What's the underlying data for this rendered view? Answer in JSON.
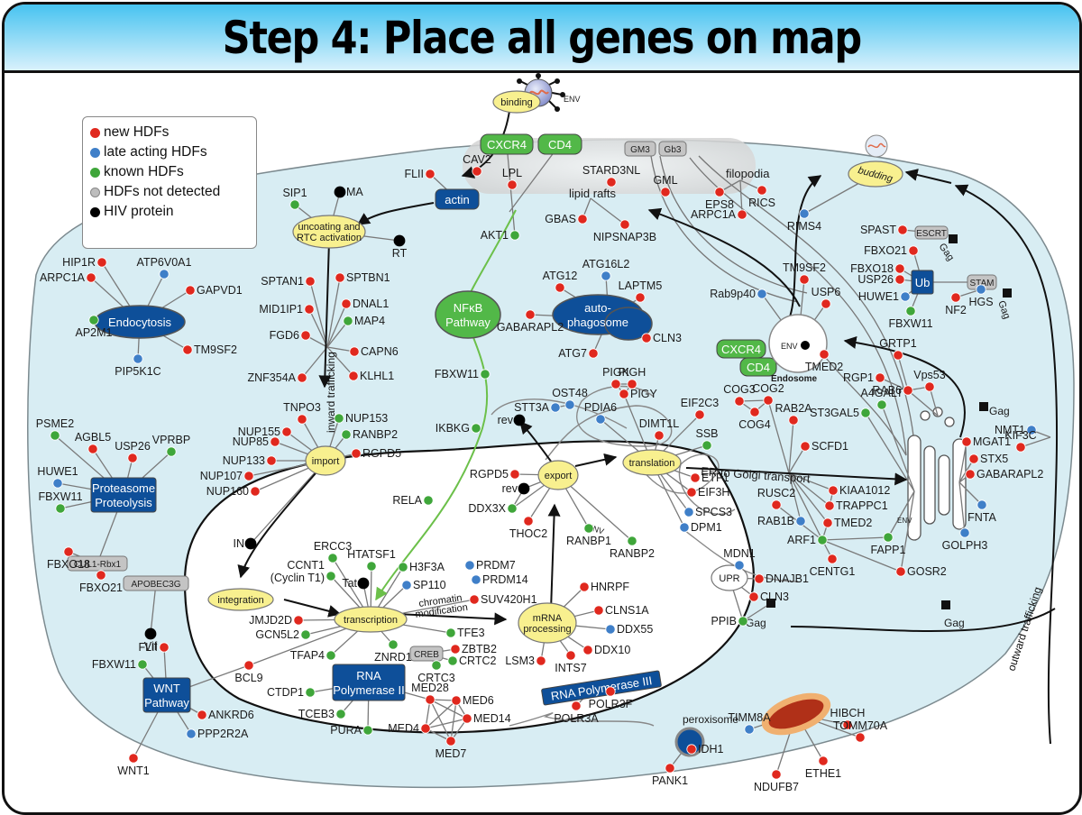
{
  "title": "Step 4: Place all genes on map",
  "colors": {
    "new": "#e0281e",
    "late": "#3f7fc8",
    "known": "#3fa63a",
    "not_detected": "#bdbdbd",
    "hiv": "#000000",
    "hub_fill": "#f8f08f",
    "blue_box": "#0e4f99",
    "green_box": "#52b848",
    "cytoplasm": "#d9eef4"
  },
  "legend": [
    {
      "label": "new HDFs",
      "type": "new"
    },
    {
      "label": "late acting HDFs",
      "type": "late"
    },
    {
      "label": "known HDFs",
      "type": "known"
    },
    {
      "label": "HDFs not detected",
      "type": "not_detected"
    },
    {
      "label": "HIV protein",
      "type": "hiv"
    }
  ],
  "hubs": {
    "binding": "binding",
    "uncoating": [
      "uncoating and",
      "RTC activation"
    ],
    "import": "import",
    "export": "export",
    "translation": "translation",
    "integration": "integration",
    "transcription": "transcription",
    "mrna": [
      "mRNA",
      "processing"
    ],
    "budding": "budding",
    "upr": "UPR"
  },
  "boxes": {
    "actin": "actin",
    "endocytosis": "Endocytosis",
    "nfkb": [
      "NFκB",
      "Pathway"
    ],
    "autophagosome": [
      "auto-",
      "phagosome"
    ],
    "ub": "Ub",
    "proteasome": [
      "Proteasome",
      "Proteolysis"
    ],
    "wnt": [
      "WNT",
      "Pathway"
    ],
    "rnapol2": [
      "RNA",
      "Polymerase II"
    ],
    "rnapol3": "RNA Polymerase III",
    "cxcr4": "CXCR4",
    "cd4": "CD4",
    "cxcr4_endo": "CXCR4",
    "cd4_endo": "CD4"
  },
  "grey_boxes": {
    "gm3": "GM3",
    "gb3": "Gb3",
    "escrt": "ESCRT",
    "stam": "STAM",
    "cul1": "CUL1-Rbx1",
    "apobec3g": "APOBEC3G",
    "creb": "CREB"
  },
  "region_labels": {
    "lipid_rafts": "lipid rafts",
    "filopodia": "filopodia",
    "endosome": "Endosome",
    "env_endo": "ENV",
    "env_virus": "ENV",
    "env_er": "ENV",
    "env_golgi": "ENV",
    "inward": "inward trafficking",
    "outward": "outward trafficking",
    "er_golgi": "ER to Golgi transport",
    "chromatin": [
      "chromatin",
      "modification"
    ],
    "peroxisome": "peroxisome",
    "gag1": "Gag",
    "gag2": "Gag",
    "gag3": "Gag",
    "gag4": "Gag",
    "gag5": "Gag"
  },
  "genes": [
    {
      "id": "MA",
      "label": "MA",
      "type": "hiv"
    },
    {
      "id": "RT",
      "label": "RT",
      "type": "hiv"
    },
    {
      "id": "SIP1",
      "label": "SIP1",
      "type": "known"
    },
    {
      "id": "FLII_a",
      "label": "FLII",
      "type": "new"
    },
    {
      "id": "CAV2",
      "label": "CAV2",
      "type": "new"
    },
    {
      "id": "LPL",
      "label": "LPL",
      "type": "new"
    },
    {
      "id": "STARD3NL",
      "label": "STARD3NL",
      "type": "new"
    },
    {
      "id": "GML",
      "label": "GML",
      "type": "new"
    },
    {
      "id": "GBAS",
      "label": "GBAS",
      "type": "new"
    },
    {
      "id": "NIPSNAP3B",
      "label": "NIPSNAP3B",
      "type": "new"
    },
    {
      "id": "AKT1",
      "label": "AKT1",
      "type": "known"
    },
    {
      "id": "EPS8",
      "label": "EPS8",
      "type": "new"
    },
    {
      "id": "RICS",
      "label": "RICS",
      "type": "new"
    },
    {
      "id": "ARPC1A_a",
      "label": "ARPC1A",
      "type": "new"
    },
    {
      "id": "RIMS4",
      "label": "RIMS4",
      "type": "late"
    },
    {
      "id": "SPAST",
      "label": "SPAST",
      "type": "new"
    },
    {
      "id": "FBXO21_a",
      "label": "FBXO21",
      "type": "new"
    },
    {
      "id": "FBXO18_a",
      "label": "FBXO18",
      "type": "new"
    },
    {
      "id": "USP26_a",
      "label": "USP26",
      "type": "new"
    },
    {
      "id": "HUWE1_a",
      "label": "HUWE1",
      "type": "late"
    },
    {
      "id": "FBXW11_a",
      "label": "FBXW11",
      "type": "known"
    },
    {
      "id": "NF2",
      "label": "NF2",
      "type": "new"
    },
    {
      "id": "HGS",
      "label": "HGS",
      "type": "late"
    },
    {
      "id": "TM9SF2_a",
      "label": "TM9SF2",
      "type": "new"
    },
    {
      "id": "USP6",
      "label": "USP6",
      "type": "new"
    },
    {
      "id": "Rab9p40",
      "label": "Rab9p40",
      "type": "late"
    },
    {
      "id": "TMED2_a",
      "label": "TMED2",
      "type": "new"
    },
    {
      "id": "HIP1R",
      "label": "HIP1R",
      "type": "new"
    },
    {
      "id": "ARPC1A_b",
      "label": "ARPC1A",
      "type": "new"
    },
    {
      "id": "ATP6V0A1",
      "label": "ATP6V0A1",
      "type": "late"
    },
    {
      "id": "GAPVD1",
      "label": "GAPVD1",
      "type": "new"
    },
    {
      "id": "AP2M1",
      "label": "AP2M1",
      "type": "known"
    },
    {
      "id": "TM9SF2_b",
      "label": "TM9SF2",
      "type": "new"
    },
    {
      "id": "PIP5K1C",
      "label": "PIP5K1C",
      "type": "late"
    },
    {
      "id": "SPTAN1",
      "label": "SPTAN1",
      "type": "new"
    },
    {
      "id": "SPTBN1",
      "label": "SPTBN1",
      "type": "new"
    },
    {
      "id": "MID1IP1",
      "label": "MID1IP1",
      "type": "new"
    },
    {
      "id": "DNAL1",
      "label": "DNAL1",
      "type": "new"
    },
    {
      "id": "MAP4",
      "label": "MAP4",
      "type": "known"
    },
    {
      "id": "FGD6",
      "label": "FGD6",
      "type": "new"
    },
    {
      "id": "CAPN6",
      "label": "CAPN6",
      "type": "new"
    },
    {
      "id": "ZNF354A",
      "label": "ZNF354A",
      "type": "new"
    },
    {
      "id": "KLHL1",
      "label": "KLHL1",
      "type": "new"
    },
    {
      "id": "ATG16L2",
      "label": "ATG16L2",
      "type": "late"
    },
    {
      "id": "ATG12",
      "label": "ATG12",
      "type": "new"
    },
    {
      "id": "LAPTM5",
      "label": "LAPTM5",
      "type": "new"
    },
    {
      "id": "GABARAPL2_a",
      "label": "GABARAPL2",
      "type": "new"
    },
    {
      "id": "CLN3_a",
      "label": "CLN3",
      "type": "new"
    },
    {
      "id": "ATG7",
      "label": "ATG7",
      "type": "new"
    },
    {
      "id": "FBXW11_b",
      "label": "FBXW11",
      "type": "known"
    },
    {
      "id": "IKBKG",
      "label": "IKBKG",
      "type": "known"
    },
    {
      "id": "RELA",
      "label": "RELA",
      "type": "known"
    },
    {
      "id": "PSME2",
      "label": "PSME2",
      "type": "known"
    },
    {
      "id": "AGBL5",
      "label": "AGBL5",
      "type": "new"
    },
    {
      "id": "USP26_b",
      "label": "USP26",
      "type": "new"
    },
    {
      "id": "VPRBP",
      "label": "VPRBP",
      "type": "known"
    },
    {
      "id": "HUWE1_b",
      "label": "HUWE1",
      "type": "late"
    },
    {
      "id": "FBXW11_c",
      "label": "FBXW11",
      "type": "known"
    },
    {
      "id": "FBXO18_b",
      "label": "FBXO18",
      "type": "new"
    },
    {
      "id": "FBXO21_b",
      "label": "FBXO21",
      "type": "new"
    },
    {
      "id": "Vif",
      "label": "Vif",
      "type": "hiv"
    },
    {
      "id": "TNPO3",
      "label": "TNPO3",
      "type": "new"
    },
    {
      "id": "NUP155",
      "label": "NUP155",
      "type": "new"
    },
    {
      "id": "NUP85",
      "label": "NUP85",
      "type": "new"
    },
    {
      "id": "NUP133",
      "label": "NUP133",
      "type": "new"
    },
    {
      "id": "NUP107",
      "label": "NUP107",
      "type": "new"
    },
    {
      "id": "NUP160",
      "label": "NUP160",
      "type": "new"
    },
    {
      "id": "NUP153",
      "label": "NUP153",
      "type": "known"
    },
    {
      "id": "RANBP2_a",
      "label": "RANBP2",
      "type": "known"
    },
    {
      "id": "RGPD5_a",
      "label": "RGPD5",
      "type": "new"
    },
    {
      "id": "IN",
      "label": "IN",
      "type": "hiv"
    },
    {
      "id": "ERCC3",
      "label": "ERCC3",
      "type": "known"
    },
    {
      "id": "HTATSF1",
      "label": "HTATSF1",
      "type": "known"
    },
    {
      "id": "CCNT1",
      "label": "CCNT1",
      "label2": "(Cyclin T1)",
      "type": "known"
    },
    {
      "id": "Tat",
      "label": "Tat",
      "type": "hiv"
    },
    {
      "id": "H3F3A",
      "label": "H3F3A",
      "type": "known"
    },
    {
      "id": "SP110",
      "label": "SP110",
      "type": "late"
    },
    {
      "id": "PRDM7",
      "label": "PRDM7",
      "type": "late"
    },
    {
      "id": "PRDM14",
      "label": "PRDM14",
      "type": "late"
    },
    {
      "id": "SUV420H1",
      "label": "SUV420H1",
      "type": "new"
    },
    {
      "id": "JMJD2D",
      "label": "JMJD2D",
      "type": "new"
    },
    {
      "id": "GCN5L2",
      "label": "GCN5L2",
      "type": "known"
    },
    {
      "id": "TFAP4",
      "label": "TFAP4",
      "type": "known"
    },
    {
      "id": "ZNRD1",
      "label": "ZNRD1",
      "type": "known"
    },
    {
      "id": "TFE3",
      "label": "TFE3",
      "type": "known"
    },
    {
      "id": "ZBTB2",
      "label": "ZBTB2",
      "type": "new"
    },
    {
      "id": "CRTC2",
      "label": "CRTC2",
      "type": "known"
    },
    {
      "id": "CRTC3",
      "label": "CRTC3",
      "type": "known"
    },
    {
      "id": "BCL9",
      "label": "BCL9",
      "type": "new"
    },
    {
      "id": "CTDP1",
      "label": "CTDP1",
      "type": "known"
    },
    {
      "id": "TCEB3",
      "label": "TCEB3",
      "type": "known"
    },
    {
      "id": "PURA",
      "label": "PURA",
      "type": "known"
    },
    {
      "id": "MED28",
      "label": "MED28",
      "type": "new"
    },
    {
      "id": "MED6",
      "label": "MED6",
      "type": "new"
    },
    {
      "id": "MED14",
      "label": "MED14",
      "type": "new"
    },
    {
      "id": "MED4",
      "label": "MED4",
      "type": "new"
    },
    {
      "id": "MED7",
      "label": "MED7",
      "type": "new"
    },
    {
      "id": "FLII_b",
      "label": "FLII",
      "type": "new"
    },
    {
      "id": "FBXW11_d",
      "label": "FBXW11",
      "type": "known"
    },
    {
      "id": "ANKRD6",
      "label": "ANKRD6",
      "type": "new"
    },
    {
      "id": "PPP2R2A",
      "label": "PPP2R2A",
      "type": "late"
    },
    {
      "id": "WNT1",
      "label": "WNT1",
      "type": "new"
    },
    {
      "id": "HNRPF",
      "label": "HNRPF",
      "type": "new"
    },
    {
      "id": "CLNS1A",
      "label": "CLNS1A",
      "type": "new"
    },
    {
      "id": "DDX55",
      "label": "DDX55",
      "type": "late"
    },
    {
      "id": "DDX10",
      "label": "DDX10",
      "type": "new"
    },
    {
      "id": "INTS7",
      "label": "INTS7",
      "type": "new"
    },
    {
      "id": "LSM3",
      "label": "LSM3",
      "type": "new"
    },
    {
      "id": "POLR3F",
      "label": "POLR3F",
      "type": "new"
    },
    {
      "id": "POLR3A",
      "label": "POLR3A",
      "type": "new"
    },
    {
      "id": "rev_a",
      "label": "rev",
      "type": "hiv"
    },
    {
      "id": "rev_b",
      "label": "rev",
      "type": "hiv"
    },
    {
      "id": "RGPD5_b",
      "label": "RGPD5",
      "type": "new"
    },
    {
      "id": "DDX3X",
      "label": "DDX3X",
      "type": "known"
    },
    {
      "id": "THOC2",
      "label": "THOC2",
      "type": "new"
    },
    {
      "id": "RANBP1",
      "label": "RANBP1",
      "type": "known"
    },
    {
      "id": "RANBP2_b",
      "label": "RANBP2",
      "type": "known"
    },
    {
      "id": "STT3A",
      "label": "STT3A",
      "type": "late"
    },
    {
      "id": "OST48",
      "label": "OST48",
      "type": "late"
    },
    {
      "id": "PDIA6",
      "label": "PDIA6",
      "type": "late"
    },
    {
      "id": "PIGK",
      "label": "PIGK",
      "type": "new"
    },
    {
      "id": "PIGH",
      "label": "PIGH",
      "type": "new"
    },
    {
      "id": "PIGY",
      "label": "PIGY",
      "type": "new"
    },
    {
      "id": "DIMT1L",
      "label": "DIMT1L",
      "type": "new"
    },
    {
      "id": "EIF2C3",
      "label": "EIF2C3",
      "type": "new"
    },
    {
      "id": "SSB",
      "label": "SSB",
      "type": "known"
    },
    {
      "id": "ETF1",
      "label": "ETF1",
      "type": "new"
    },
    {
      "id": "EIF3H",
      "label": "EIF3H",
      "type": "new"
    },
    {
      "id": "SPCS3",
      "label": "SPCS3",
      "type": "late"
    },
    {
      "id": "DPM1",
      "label": "DPM1",
      "type": "late"
    },
    {
      "id": "COG3",
      "label": "COG3",
      "type": "new"
    },
    {
      "id": "COG2",
      "label": "COG2",
      "type": "new"
    },
    {
      "id": "COG4",
      "label": "COG4",
      "type": "new"
    },
    {
      "id": "RAB2A",
      "label": "RAB2A",
      "type": "new"
    },
    {
      "id": "SCFD1",
      "label": "SCFD1",
      "type": "new"
    },
    {
      "id": "KIAA1012",
      "label": "KIAA1012",
      "type": "new"
    },
    {
      "id": "TRAPPC1",
      "label": "TRAPPC1",
      "type": "new"
    },
    {
      "id": "RUSC2",
      "label": "RUSC2",
      "type": "new"
    },
    {
      "id": "RAB1B",
      "label": "RAB1B",
      "type": "late"
    },
    {
      "id": "TMED2_b",
      "label": "TMED2",
      "type": "new"
    },
    {
      "id": "ARF1",
      "label": "ARF1",
      "type": "known"
    },
    {
      "id": "FAPP1",
      "label": "FAPP1",
      "type": "known"
    },
    {
      "id": "CENTG1",
      "label": "CENTG1",
      "type": "new"
    },
    {
      "id": "GOSR2",
      "label": "GOSR2",
      "type": "new"
    },
    {
      "id": "GRTP1",
      "label": "GRTP1",
      "type": "new"
    },
    {
      "id": "RGP1",
      "label": "RGP1",
      "type": "new"
    },
    {
      "id": "RAB6",
      "label": "RAB6",
      "type": "new"
    },
    {
      "id": "Vps53",
      "label": "Vps53",
      "type": "new"
    },
    {
      "id": "A4GALT",
      "label": "A4GALT",
      "type": "known"
    },
    {
      "id": "ST3GAL5",
      "label": "ST3GAL5",
      "type": "known"
    },
    {
      "id": "MGAT1",
      "label": "MGAT1",
      "type": "new"
    },
    {
      "id": "STX5",
      "label": "STX5",
      "type": "new"
    },
    {
      "id": "GABARAPL2_b",
      "label": "GABARAPL2",
      "type": "new"
    },
    {
      "id": "FNTA",
      "label": "FNTA",
      "type": "late"
    },
    {
      "id": "GOLPH3",
      "label": "GOLPH3",
      "type": "late"
    },
    {
      "id": "NMT1",
      "label": "NMT1",
      "type": "late"
    },
    {
      "id": "KIF3C",
      "label": "KIF3C",
      "type": "new"
    },
    {
      "id": "MDN1",
      "label": "MDN1",
      "type": "late"
    },
    {
      "id": "DNAJB1",
      "label": "DNAJB1",
      "type": "new"
    },
    {
      "id": "CLN3_b",
      "label": "CLN3",
      "type": "new"
    },
    {
      "id": "PPIB",
      "label": "PPIB",
      "type": "known"
    },
    {
      "id": "HIBCH",
      "label": "HIBCH",
      "type": "new"
    },
    {
      "id": "TIMM8A",
      "label": "TIMM8A",
      "type": "late"
    },
    {
      "id": "TOMM70A",
      "label": "TOMM70A",
      "type": "new"
    },
    {
      "id": "ETHE1",
      "label": "ETHE1",
      "type": "new"
    },
    {
      "id": "NDUFB7",
      "label": "NDUFB7",
      "type": "new"
    },
    {
      "id": "IDH1",
      "label": "IDH1",
      "type": "new"
    },
    {
      "id": "PANK1",
      "label": "PANK1",
      "type": "new"
    }
  ]
}
